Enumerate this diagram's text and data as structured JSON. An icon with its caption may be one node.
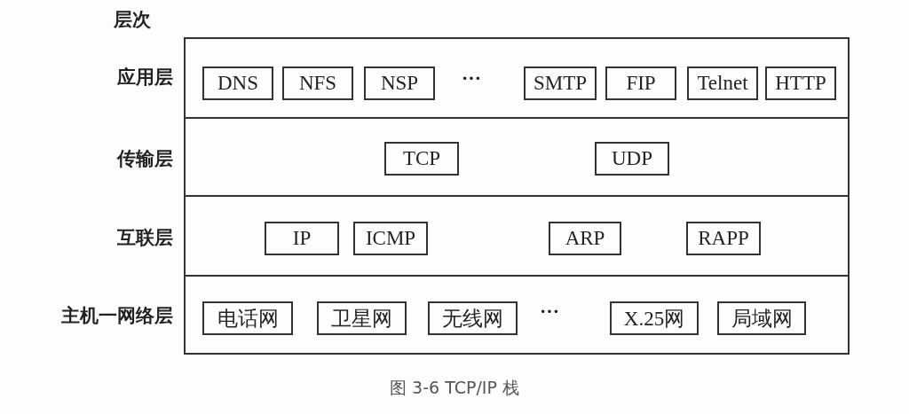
{
  "diagram": {
    "caption": "图 3-6 TCP/IP 栈",
    "nodes": [
      {
        "text": [
          "应用层"
        ]
      },
      {
        "text": [
          "DNS"
        ],
        "in": 0
      },
      {
        "text": [
          "NFS"
        ],
        "in": 0
      },
      {
        "text": [
          "NSP"
        ],
        "in": 0
      },
      {
        "text": [
          "SMTP"
        ],
        "in": 0
      },
      {
        "text": [
          "FIP"
        ],
        "in": 0
      },
      {
        "text": [
          "Telnet"
        ],
        "in": 0
      },
      {
        "text": [
          "HTTP"
        ],
        "in": 0
      },
      {
        "text": [
          "传输层"
        ]
      },
      {
        "text": [
          "TCP"
        ],
        "in": 8
      },
      {
        "text": [
          "UDP"
        ],
        "in": 8
      },
      {
        "text": [
          "互联层"
        ]
      },
      {
        "text": [
          "IP"
        ],
        "in": 11
      },
      {
        "text": [
          "ICMP"
        ],
        "in": 11
      },
      {
        "text": [
          "ARP"
        ],
        "in": 11
      },
      {
        "text": [
          "RAPP"
        ],
        "in": 11
      },
      {
        "text": [
          "主机一网络层"
        ]
      },
      {
        "text": [
          "电话网"
        ],
        "in": 16
      },
      {
        "text": [
          "卫星网"
        ],
        "in": 16
      },
      {
        "text": [
          "无线网"
        ],
        "in": 16
      },
      {
        "text": [
          "X.25网"
        ],
        "in": 16
      },
      {
        "text": [
          "局域网"
        ],
        "in": 16
      }
    ],
    "labels": [
      "层次",
      "···",
      "···"
    ]
  }
}
